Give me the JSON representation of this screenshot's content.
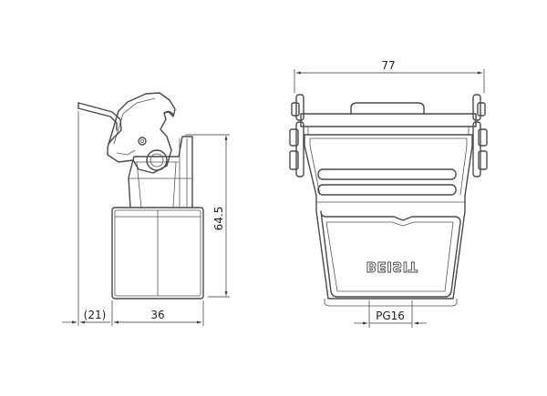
{
  "side_view": {
    "dim_height": "64.5",
    "dim_offset": "(21)",
    "dim_width": "36"
  },
  "front_view": {
    "dim_width": "77",
    "dim_thread": "PG16",
    "brand_logo": "BEISIT"
  }
}
